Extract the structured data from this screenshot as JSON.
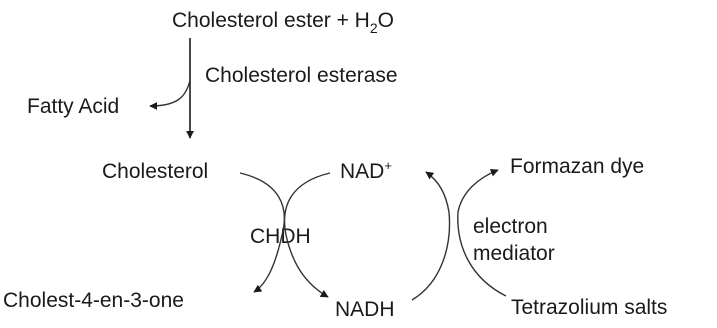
{
  "diagram": {
    "top_reaction": {
      "substrate": "Cholesterol ester + H",
      "water_subscript": "2",
      "water_suffix": "O",
      "enzyme": "Cholesterol esterase",
      "side_product": "Fatty Acid"
    },
    "chdh_reaction": {
      "substrate": "Cholesterol",
      "product": "Cholest-4-en-3-one",
      "enzyme": "CHDH",
      "cofactor_oxidized": "NAD",
      "cofactor_oxidized_sup": "+",
      "cofactor_reduced": "NADH"
    },
    "mediator_reaction": {
      "mediator_line1": "electron",
      "mediator_line2": "mediator",
      "dye": "Formazan dye",
      "salt": "Tetrazolium salts"
    }
  }
}
